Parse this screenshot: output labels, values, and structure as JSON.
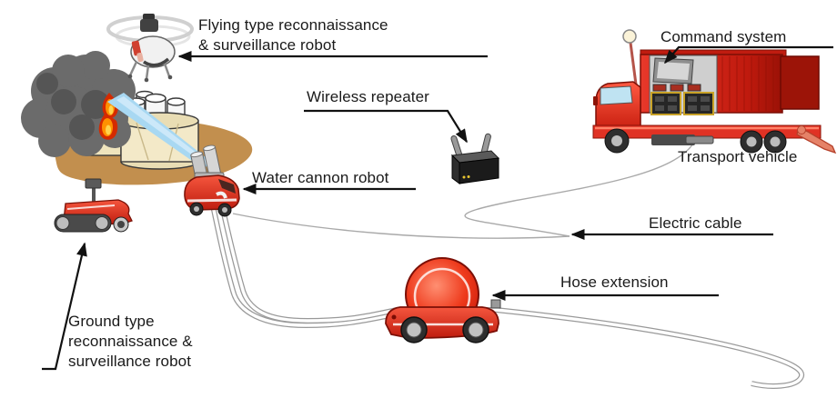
{
  "diagram": {
    "labels": {
      "flying_robot": {
        "line1": "Flying type reconnaissance",
        "line2": "& surveillance robot"
      },
      "wireless_repeater": "Wireless repeater",
      "command_system": "Command system",
      "transport_vehicle": "Transport vehicle",
      "water_cannon_robot": "Water cannon robot",
      "electric_cable": "Electric cable",
      "hose_extension": "Hose extension",
      "ground_robot": {
        "line1": "Ground type",
        "line2": "reconnaissance &",
        "line3": "surveillance robot"
      }
    },
    "colors": {
      "vehicle_red": "#d4281a",
      "vehicle_dark_red": "#8f0f06",
      "water_blue": "#a8d8f2",
      "smoke_gray": "#6b6b6b",
      "smoke_dark": "#555555",
      "flame_red": "#d42a00",
      "flame_orange": "#ff9100",
      "flame_core": "#ffd34d",
      "ground_tan": "#c28f4e",
      "tank_cream": "#f3e9c8",
      "cable_gray": "#a9a9a9",
      "hose_gray": "#999999",
      "arrow_black": "#111111",
      "repeater_black": "#1b1b1b"
    }
  }
}
